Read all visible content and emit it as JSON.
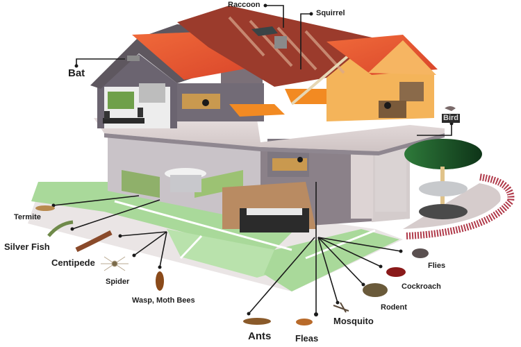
{
  "diagram": {
    "subject": "House pest infestation points",
    "colors": {
      "roof_orange": "#e4552e",
      "roof_dark": "#9b3b2c",
      "wall_yellow": "#f4b45a",
      "wall_gray": "#6b6470",
      "floor_slab": "#d8cdcd",
      "lawn_green": "#a9d99a",
      "tree_green": "#1f5a2a",
      "brick_path": "#b03a4a",
      "leader_line": "#1a1a1a"
    },
    "labels": {
      "raccoon": "Raccoon",
      "squirrel": "Squirrel",
      "bat": "Bat",
      "bird": "Bird",
      "termite": "Termite",
      "silver_fish": "Silver Fish",
      "centipede": "Centipede",
      "spider": "Spider",
      "wasp": "Wasp, Moth Bees",
      "ants": "Ants",
      "fleas": "Fleas",
      "mosquito": "Mosquito",
      "rodent": "Rodent",
      "cockroach": "Cockroach",
      "flies": "Flies"
    },
    "icons": [
      "raccoon-icon",
      "squirrel-icon",
      "bat-icon",
      "bird-icon",
      "termite-icon",
      "silverfish-icon",
      "centipede-icon",
      "spider-icon",
      "wasp-icon",
      "ant-icon",
      "flea-icon",
      "mosquito-icon",
      "rodent-icon",
      "cockroach-icon",
      "fly-icon"
    ]
  }
}
